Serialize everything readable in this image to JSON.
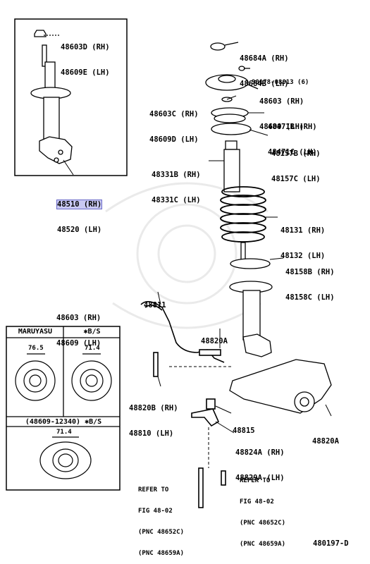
{
  "strut_box": {
    "parts": [
      {
        "id": "b1",
        "lines": [
          "48603D (RH)",
          "48609E (LH)"
        ]
      }
    ],
    "main_part": {
      "line1": "48510 (RH)",
      "line2": "48520 (LH)"
    }
  },
  "labels": {
    "l_48684": {
      "lines": [
        "48684A (RH)",
        "48684B (LH)"
      ]
    },
    "l_90178": {
      "lines": [
        "90178-08013 (6)"
      ]
    },
    "l_48603": {
      "lines": [
        "48603 (RH)",
        "48609 (LH)"
      ]
    },
    "l_48603c": {
      "lines": [
        "48603C (RH)",
        "48609D (LH)"
      ]
    },
    "l_48471": {
      "lines": [
        "48471B (RH)",
        "48471C (LH)"
      ]
    },
    "l_48157": {
      "lines": [
        "48157B (RH)",
        "48157C (LH)"
      ]
    },
    "l_48331": {
      "lines": [
        "48331B (RH)",
        "48331C (LH)"
      ]
    },
    "l_48131": {
      "lines": [
        "48131 (RH)",
        "48132 (LH)"
      ]
    },
    "l_48158": {
      "lines": [
        "48158B (RH)",
        "48158C (LH)"
      ]
    },
    "l_48811": {
      "lines": [
        "48811"
      ]
    },
    "l_48820a_top": {
      "lines": [
        "48820A"
      ]
    },
    "l_48820b": {
      "lines": [
        "48820B (RH)",
        "48810 (LH)"
      ]
    },
    "l_48815": {
      "lines": [
        "48815"
      ]
    },
    "l_48824": {
      "lines": [
        "48824A (RH)",
        "48829A (LH)"
      ]
    },
    "l_48820a_right": {
      "lines": [
        "48820A"
      ]
    },
    "l_48603_left": {
      "lines": [
        "48603 (RH)",
        "48609 (LH)"
      ]
    },
    "l_ref1": {
      "lines": [
        "REFER TO",
        "FIG 48-02",
        "(PNC 48652C)",
        "(PNC 48659A)"
      ]
    },
    "l_ref2": {
      "lines": [
        "REFER TO",
        "FIG 48-02",
        "(PNC 48652C)",
        "(PNC 48659A)"
      ]
    },
    "l_code": {
      "lines": [
        "480197-D"
      ]
    }
  },
  "mount_table": {
    "col1_header": "MARUYASU",
    "col2_header": "✱B/S",
    "dim1": "76.5",
    "dim2": "71.4",
    "bottom_header": "(48609-12340) ✱B/S",
    "dim3": "71.4"
  }
}
